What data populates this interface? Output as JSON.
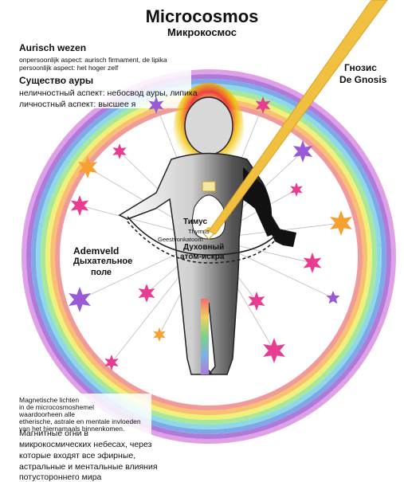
{
  "title": "Microcosmos",
  "subtitle": "Микрокосмос",
  "aura": {
    "heading_nl": "Aurisch wezen",
    "line1_nl": "onpersoonlijk aspect: aurisch firmament, de lipika",
    "line2_nl": "persoonlijk aspect: het hoger zelf",
    "heading_ru": "Существо ауры",
    "line1_ru": "неличностный аспект: небосвод ауры, липика",
    "line2_ru": "личностный аспект: высшее я"
  },
  "gnosis": {
    "ru": "Гнозис",
    "nl": "De Gnosis"
  },
  "thymus": {
    "ru": "Тимус",
    "nl": "Thymus"
  },
  "spark": {
    "nl": "Geestvonkatoom",
    "ru_line1": "Духовный",
    "ru_line2": "атом-искра"
  },
  "breath": {
    "nl": "Ademveld",
    "ru_line1": "Дыхательное",
    "ru_line2": "поле"
  },
  "magnetic_nl": [
    "Magnetische lichten",
    "in de microcosmoshemel",
    "waardoorheen alle",
    "etherische, astrale en mentale invloeden",
    "van het hiernamaals binnenkomen."
  ],
  "magnetic_ru": [
    "Магнитные огни в",
    "микрокосмических небесах, через",
    "которые входят все эфирные,",
    "астральные и ментальные влияния",
    "потустороннего мира"
  ],
  "colors": {
    "rainbow": [
      "#e0a0e8",
      "#b07ad8",
      "#7fa8e8",
      "#8fd8e8",
      "#a8e89a",
      "#f0f07a",
      "#f8c070",
      "#f09a9a"
    ],
    "star_pink": "#e83c90",
    "star_orange": "#f5a030",
    "star_purple": "#9a5ad8",
    "gnosis_beam": "#f0c040",
    "body_dark": "#111111",
    "aura_glow": "#f0d000"
  },
  "icons": [
    "star-icon",
    "human-figure-icon",
    "chain-icon",
    "heart-icon",
    "light-beam-icon"
  ]
}
